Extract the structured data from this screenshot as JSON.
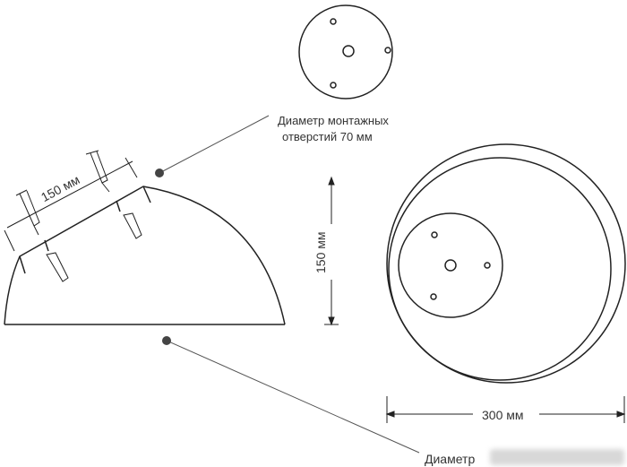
{
  "labels": {
    "mount_holes_line1": "Диаметр монтажных",
    "mount_holes_line2": "отверстий 70 мм",
    "screw_spacing": "150 мм",
    "height": "150 мм",
    "width": "300 мм",
    "diameter_bottom": "Диаметр"
  },
  "colors": {
    "line": "#222222",
    "leader": "#555555"
  }
}
